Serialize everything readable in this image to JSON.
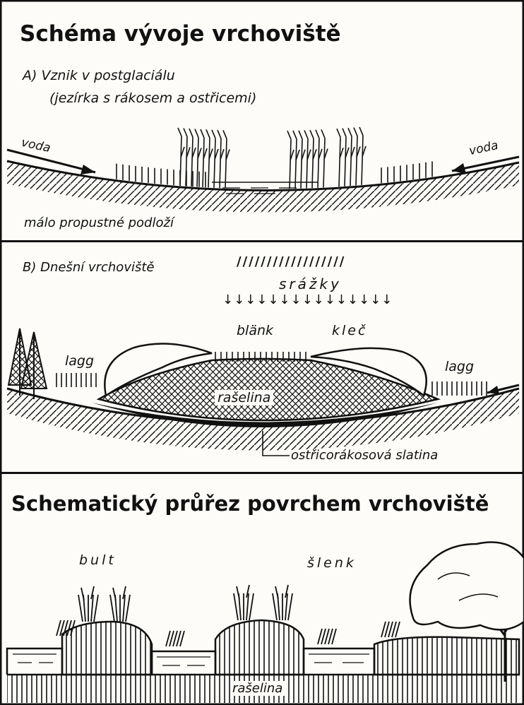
{
  "panel_a": {
    "title": "Schéma vývoje vrchoviště",
    "subtitle_line1": "A)  Vznik v postglaciálu",
    "subtitle_line2": "(jezírka s rákosem a ostřicemi)",
    "water_left": "voda",
    "water_right": "voda",
    "subsoil": "málo propustné podloží"
  },
  "panel_b": {
    "title": "B)  Dnešní vrchoviště",
    "rain_line1": "//////////////////",
    "rain_label": "srážky",
    "rain_line3": "↓↓↓↓↓↓↓↓↓↓↓↓↓↓↓",
    "blank": "blänk",
    "klec": "kleč",
    "lagg_left": "lagg",
    "lagg_right": "lagg",
    "peat": "rašelina",
    "fen": "ostřicorákosová slatina"
  },
  "panel_c": {
    "title": "Schematický průřez povrchem vrchoviště",
    "bult": "bult",
    "slenk": "šlenk",
    "peat": "rašelina"
  },
  "colors": {
    "ink": "#111111",
    "paper": "#fdfcf8"
  }
}
